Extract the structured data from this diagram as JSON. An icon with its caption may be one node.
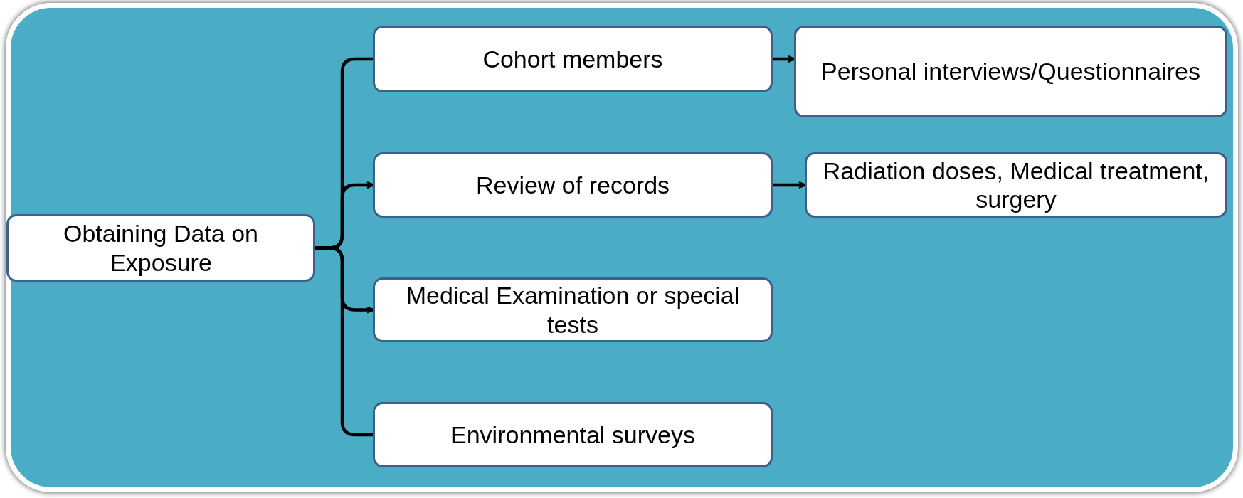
{
  "diagram": {
    "nodes": [
      {
        "text": [
          "Obtaining Data on Exposure"
        ]
      },
      {
        "text": [
          "Cohort members"
        ]
      },
      {
        "text": [
          "Personal interviews/Questionnaires"
        ]
      },
      {
        "text": [
          "Review of records"
        ]
      },
      {
        "text": [
          "Radiation doses, Medical treatment, surgery"
        ]
      },
      {
        "text": [
          "Medical Examination or special tests"
        ]
      },
      {
        "text": [
          "Environmental surveys"
        ]
      }
    ],
    "edges": [
      {
        "from": 0,
        "to": 1,
        "arrow": "none"
      },
      {
        "from": 0,
        "to": 3,
        "arrow": "to"
      },
      {
        "from": 0,
        "to": 5,
        "arrow": "to"
      },
      {
        "from": 0,
        "to": 6,
        "arrow": "none"
      },
      {
        "from": 1,
        "to": 2,
        "arrow": "to"
      },
      {
        "from": 3,
        "to": 4,
        "arrow": "to"
      }
    ]
  }
}
